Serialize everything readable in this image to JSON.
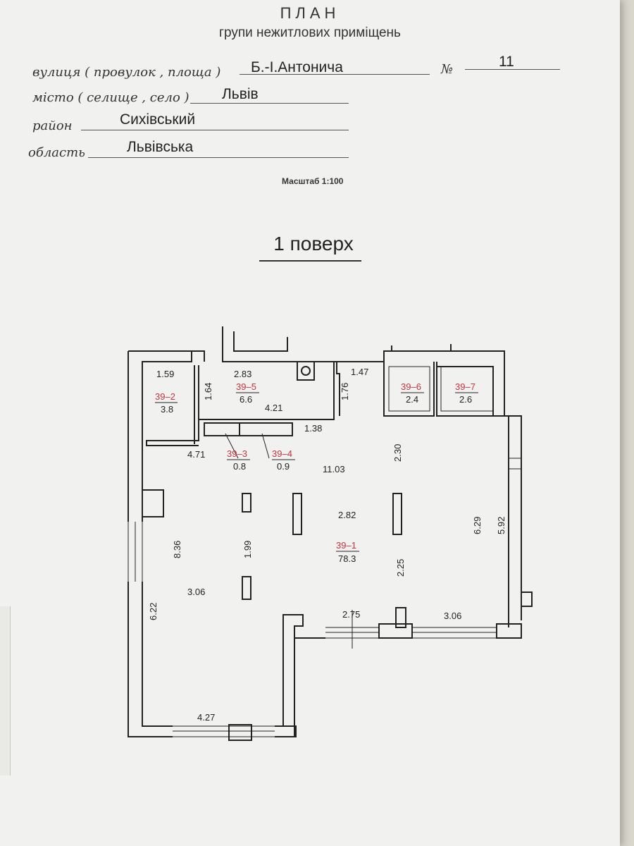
{
  "header": {
    "title": "ПЛАН",
    "subtitle": "групи нежитлових приміщень"
  },
  "address": {
    "street_label": "вулиця ( провулок , площа )",
    "street_value": "Б.-І.Антонича",
    "number_label": "№",
    "number_value": "11",
    "city_label": "місто ( селище , село )",
    "city_value": "Львів",
    "district_label": "район",
    "district_value": "Сихівський",
    "region_label": "область",
    "region_value": "Львівська"
  },
  "scale": "Масштаб  1:100",
  "floor_title": "1 поверх",
  "rooms": [
    {
      "id": "39–1",
      "area": "78.3"
    },
    {
      "id": "39–2",
      "area": "3.8"
    },
    {
      "id": "39–3",
      "area": "0.8"
    },
    {
      "id": "39–4",
      "area": "0.9"
    },
    {
      "id": "39–5",
      "area": "6.6"
    },
    {
      "id": "39–6",
      "area": "2.4"
    },
    {
      "id": "39–7",
      "area": "2.6"
    }
  ],
  "dimensions": [
    "1.59",
    "2.83",
    "1.47",
    "1.64",
    "1.76",
    "4.21",
    "1.38",
    "4.71",
    "2.30",
    "11.03",
    "2.82",
    "8.36",
    "1.99",
    "6.29",
    "5.92",
    "2.25",
    "3.06",
    "6.22",
    "2.75",
    "3.06",
    "4.27"
  ],
  "colors": {
    "room_id": "#c8323c",
    "paper": "#f1f2f0",
    "line": "#222222"
  }
}
